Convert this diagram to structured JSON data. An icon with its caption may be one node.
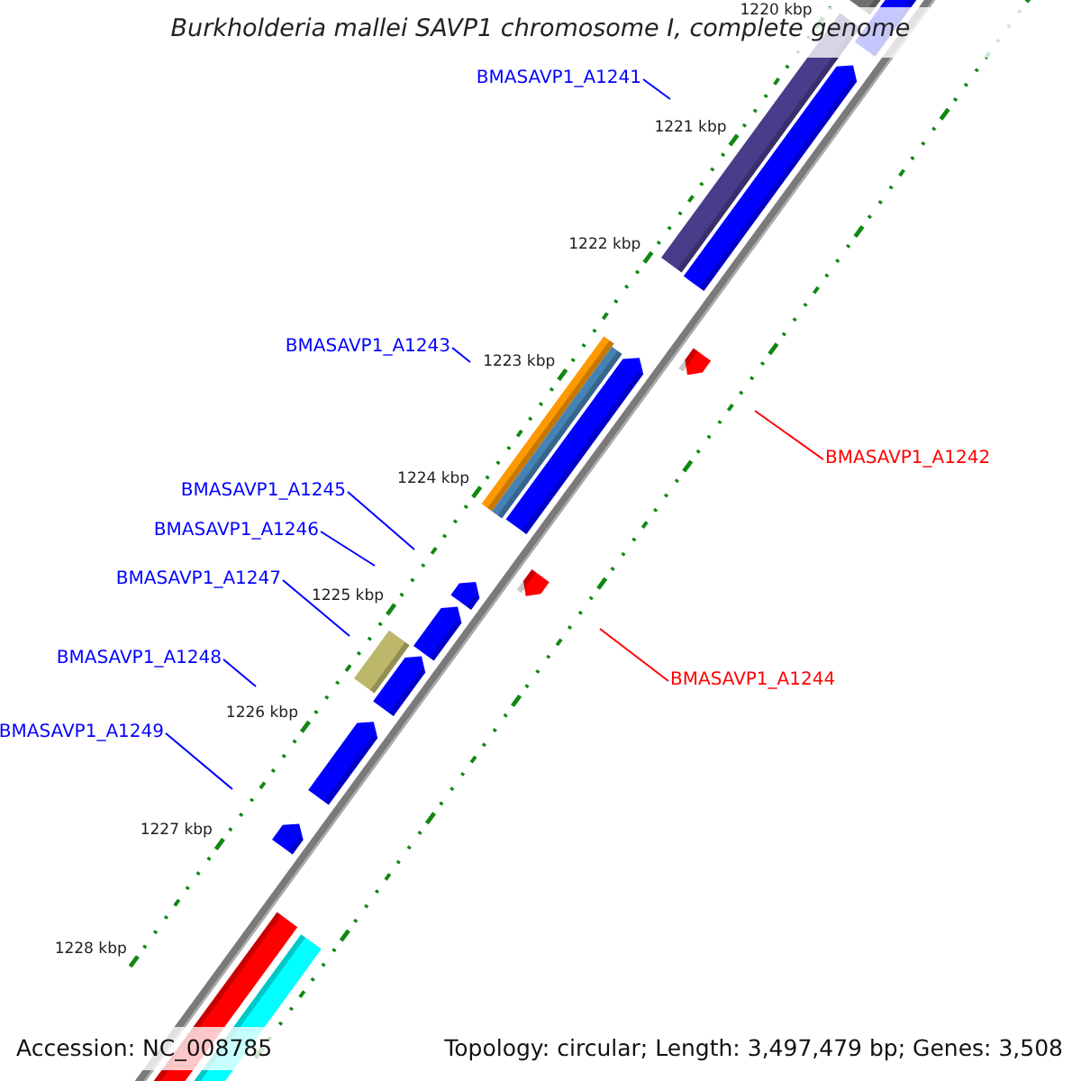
{
  "diagram": {
    "title": "Burkholderia mallei SAVP1 chromosome I, complete genome",
    "nodes": [
      {
        "text": [
          "BMASAVP1_A1241"
        ]
      },
      {
        "text": [
          "BMASAVP1_A1243"
        ]
      },
      {
        "text": [
          "BMASAVP1_A1242"
        ]
      },
      {
        "text": [
          "BMASAVP1_A1245"
        ]
      },
      {
        "text": [
          "BMASAVP1_A1246"
        ]
      },
      {
        "text": [
          "BMASAVP1_A1247"
        ]
      },
      {
        "text": [
          "BMASAVP1_A1244"
        ]
      },
      {
        "text": [
          "BMASAVP1_A1248"
        ]
      },
      {
        "text": [
          "BMASAVP1_A1249"
        ]
      }
    ],
    "edges": [
      {
        "from": 0,
        "to": null,
        "arrow": "none"
      },
      {
        "from": 1,
        "to": null,
        "arrow": "none"
      },
      {
        "from": 2,
        "to": null,
        "arrow": "none",
        "color": "#ff0000"
      },
      {
        "from": 3,
        "to": null,
        "arrow": "none"
      },
      {
        "from": 4,
        "to": null,
        "arrow": "none"
      },
      {
        "from": 5,
        "to": null,
        "arrow": "none"
      },
      {
        "from": 6,
        "to": null,
        "arrow": "none",
        "color": "#ff0000"
      },
      {
        "from": 7,
        "to": null,
        "arrow": "none"
      },
      {
        "from": 8,
        "to": null,
        "arrow": "none"
      }
    ],
    "labels": [
      "1220 kbp",
      "1221 kbp",
      "1222 kbp",
      "1223 kbp",
      "1224 kbp",
      "1225 kbp",
      "1226 kbp",
      "1227 kbp",
      "1228 kbp",
      "Accession: NC_008785",
      "Topology: circular; Length: 3,497,479 bp; Genes: 3,508"
    ]
  }
}
